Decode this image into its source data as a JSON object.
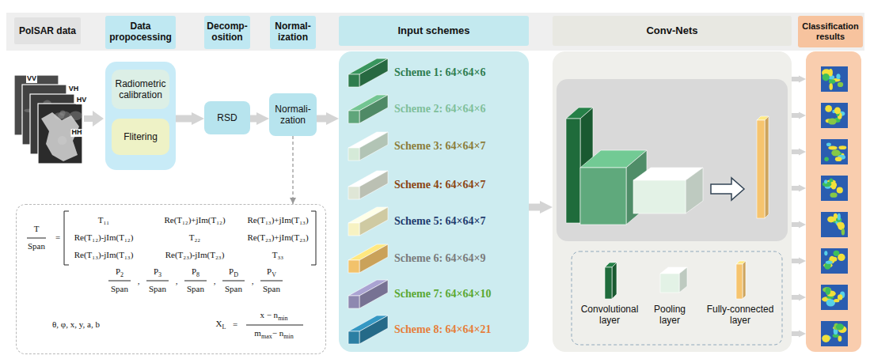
{
  "diagram": {
    "nodes": [
      {
        "text": [
          "PolSAR data"
        ]
      },
      {
        "text": [
          "Data propocessing"
        ]
      },
      {
        "text": [
          "Radiometric calibration"
        ],
        "in": 1
      },
      {
        "text": [
          "Flitering"
        ],
        "in": 1
      },
      {
        "text": [
          "Decomp-osition",
          "RSD"
        ]
      },
      {
        "text": [
          "Normal-ization",
          "Normali-zation"
        ]
      },
      {
        "text": [
          "T",
          "Span",
          "=",
          "T₁₁",
          "Re(T₁₂)+jIm(T₁₂)",
          "Re(T₁₃)+jIm(T₁₃)",
          "Re(T₁₂)-jIm(T₁₂)",
          "T₂₂",
          "Re(T₂₃)+jIm(T₂₃)",
          "Re(T₁₃)-jIm(T₁₃)",
          "Re(T₂₃)-jIm(T₂₃)",
          "T₃₃",
          "P",
          "2",
          "Span",
          ",",
          "P",
          "3",
          "Span",
          ",",
          "P",
          "8",
          "Span",
          ",",
          "P",
          "D",
          "Span",
          ",",
          "P",
          "V",
          "Span",
          "θ, φ, x, y, a, b",
          "X",
          "L",
          "=",
          "x − n",
          "min",
          "m",
          "max",
          "− n",
          "min"
        ]
      },
      {
        "text": [
          "Input schemes"
        ]
      },
      {
        "text": [
          "Conv-Nets"
        ]
      },
      {
        "text": [
          "Classification results"
        ]
      }
    ],
    "edges": [
      {
        "from": 1,
        "to": 4,
        "arrow": "to"
      },
      {
        "from": 4,
        "to": 5,
        "arrow": "to"
      },
      {
        "from": 5,
        "to": 6,
        "arrow": "to"
      },
      {
        "from": 5,
        "to": 7,
        "arrow": "to"
      },
      {
        "from": 7,
        "to": 8,
        "arrow": "to"
      },
      {
        "from": 8,
        "to": 9,
        "arrow": "to"
      },
      {
        "from": 8,
        "to": 9,
        "arrow": "to"
      },
      {
        "from": 8,
        "to": 9,
        "arrow": "to"
      },
      {
        "from": 8,
        "to": 9,
        "arrow": "to"
      },
      {
        "from": 8,
        "to": 9,
        "arrow": "to"
      },
      {
        "from": 8,
        "to": 9,
        "arrow": "to"
      },
      {
        "from": 8,
        "to": 9,
        "arrow": "to"
      },
      {
        "from": 8,
        "to": 9,
        "arrow": "to"
      }
    ],
    "labels": [
      "VV",
      "VH",
      "HV",
      "HH",
      "Scheme 1: 64×64×6",
      "Scheme 2: 64×64×6",
      "Scheme 3: 64×64×7",
      "Scheme 4: 64×64×7",
      "Scheme 5: 64×64×7",
      "Scheme 6: 64×64×9",
      "Scheme 7: 64×64×10",
      "Scheme 8: 64×64×21"
    ],
    "legend": [
      {
        "text": "Convolutional layer"
      },
      {
        "text": "Pooling layer"
      },
      {
        "text": "Fully-connected layer"
      }
    ]
  }
}
